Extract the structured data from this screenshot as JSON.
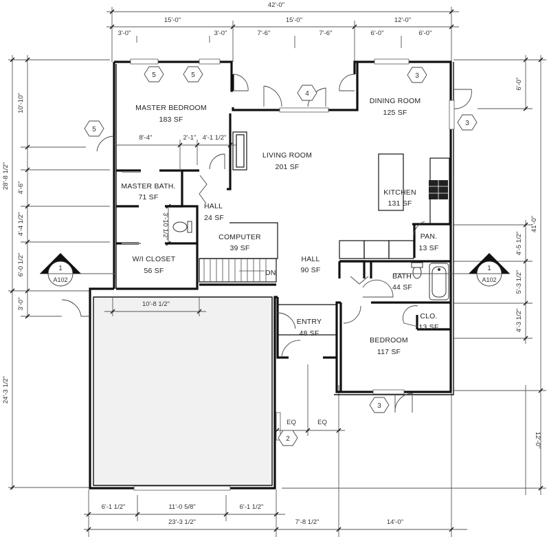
{
  "plan": {
    "rooms": [
      {
        "name": "MASTER BEDROOM",
        "area": "183 SF"
      },
      {
        "name": "LIVING ROOM",
        "area": "201 SF"
      },
      {
        "name": "DINING ROOM",
        "area": "125 SF"
      },
      {
        "name": "MASTER BATH.",
        "area": "71 SF"
      },
      {
        "name": "HALL",
        "area": "24 SF"
      },
      {
        "name": "COMPUTER",
        "area": "39 SF"
      },
      {
        "name": "KITCHEN",
        "area": "131 SF"
      },
      {
        "name": "PAN.",
        "area": "13 SF"
      },
      {
        "name": "W/I CLOSET",
        "area": "56 SF"
      },
      {
        "name": "HALL",
        "area": "90 SF"
      },
      {
        "name": "BATH",
        "area": "44 SF"
      },
      {
        "name": "CLO.",
        "area": "13 SF"
      },
      {
        "name": "ENTRY",
        "area": "48 SF"
      },
      {
        "name": "BEDROOM",
        "area": "117 SF"
      }
    ],
    "stair_label": "DN",
    "top_dimensions": {
      "overall": "42'-0\"",
      "segments": [
        "15'-0\"",
        "15'-0\"",
        "12'-0\""
      ],
      "sub_segments": [
        "3'-0\"",
        "3'-0\"",
        "7'-6\"",
        "7'-6\"",
        "6'-0\"",
        "6'-0\""
      ]
    },
    "left_dimensions": {
      "overall_upper": "28'-8 1/2\"",
      "overall_lower": "24'-3 1/2\"",
      "segments": [
        "10'-10\"",
        "4'-6\"",
        "4'-4 1/2\"",
        "6'-0 1/2\"",
        "3'-0\""
      ]
    },
    "right_dimensions": {
      "overall": "41'-0\"",
      "segments": [
        "6'-0\"",
        "4'-5 1/2\"",
        "5'-3 1/2\"",
        "4'-3 1/2\"",
        "12'-0\""
      ]
    },
    "bottom_dimensions": {
      "garage_segments": [
        "6'-1 1/2\"",
        "11'-0 5/8\"",
        "6'-1 1/2\""
      ],
      "overall_segments": [
        "23'-3 1/2\"",
        "7'-8 1/2\"",
        "14'-0\""
      ]
    },
    "interior_dimensions": {
      "bedroom_row": [
        "8'-4\"",
        "2'-1\"",
        "4'-1 1/2\""
      ],
      "toilet_room": "3'-10 1/2\"",
      "garage_width": "10'-8 1/2\"",
      "entry_eq": [
        "EQ",
        "EQ"
      ]
    },
    "window_tags": [
      "5",
      "5",
      "5",
      "4",
      "3",
      "3",
      "3",
      "2"
    ],
    "section_markers": [
      {
        "number": "1",
        "sheet": "A102"
      },
      {
        "number": "1",
        "sheet": "A102"
      }
    ]
  }
}
